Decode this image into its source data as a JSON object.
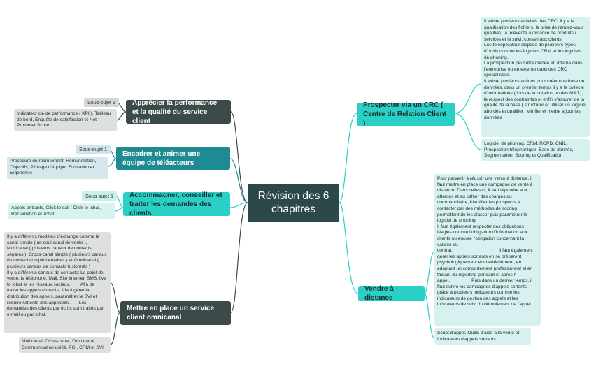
{
  "central": "Révision des 6 chapitres",
  "branches": {
    "b1": {
      "title": "Apprécier la performance et la qualité du service client",
      "sub": "Sous-sujet 1",
      "detail": "Indicateur clé de performance ( KPI ), Tableau de bord, Enquête de satisfaction et Net Promoter Score"
    },
    "b2": {
      "title": "Encadrer et animer une équipe de téléacteurs",
      "sub": "Sous-sujet 1",
      "detail": "Procédure de recrutement, Rémunération, Objectifs, Pilotage d'équipe, Formation et Ergonomie"
    },
    "b3": {
      "title": "Accommagner, conseiller et traiter les demandes des clients",
      "sub": "Sous-sujet 1",
      "detail": "Appels entrants, Click to call / Click to tchat, Réclamation et Tchat"
    },
    "b4": {
      "title": "Mettre en place un service client omnicanal",
      "detail1": "Il y a différents modèles d'échange comme le canal simple ( un seul canal de vente ), Multicanal ( plusieurs canaux de contacts séparés ), Cross-canal simple ( plusieurs canaux de contact complémentaires ) et Omnicanal ( plusieurs canaux de contacts fusionnés )\nIl y a différents canaux de contacts: Le point de vente, le téléphone, Mail, Site internet, SMS, live to tchat et les réseaux sociaux.        Afin de traiter les appels entrants, il faut gérer la distribution des appels, paramétrer le SVI et réduire l'attente des appelants.       Les demandes des clients par écrits sont traités par e-mail ou par tchat.",
      "detail2": "Multicanal, Cross-canal, Omnicanal, Communication unifié, PGI, CRM et SVI"
    },
    "b5": {
      "title": "Prospecter via un CRC ( Centre de Relation Client )",
      "detail1": "Il existe plusieurs activités des CRC, il y a la qualification des fichiers, la prise de rendez-vous qualifiés, la télévente à distance de produits / services et le suivi, conseil aux clients.\nLes téléopérateur dispose de plusieurs types d'outils comme les logiciels CRM et les logiciels de phoning.\nLa prospection peut être menée en interne dans l'entreprise ou en externe dans des CRC spécialisées.\nIl existe plusieurs actions pour créer une base de données, dans un premier temps il y a la collecte d'informations ( lors de la création ou des MAJ ), le respect des contraintes et enfin s'assurer de la qualité de la base ( structurer et utiliser un loigiciel abordés et qualifier : vérifier et mettre a jour les données",
      "detail2": "Logiciel de phoning, CRM, RGPD, CNIL, Prospection téléphonique, Base de donnés, Segmentation, Scoring et Qualification"
    },
    "b6": {
      "title": "Vendre à distance",
      "detail1": "Pour parvenir à réussir une vente à distance, il faut mettre en place une campagne de vente à distance. Dans celles ci, il faut répondre aux attentes et au cahier des charges du commanditaire, identifier les prospects à contacter par des méthodes de scoring permettant de les classer puis paramétrer le logiciel de phoning.\nIl faut également respecter des obligations léagles comme l'obligation d'information aux clients ou encore l'obligation concernant la validité du\ncontrat.                                    Il faut également gérer les appels sortants en se préparent psychologiquement et matériellement, en adoptant un comportement professionnel et en faisant du reporting pendant et après l'\nappel.                 Puis dans un dernier temps, il faut suivre les campagnes d'appels sortants grâce à plusieurs indicateurs comme les indicateurs de gestion des appels et les indicateurs de suivi du déroulement de l'appel",
      "detail2": "Script d'appel, Outils d'aide à la vente et Indicateurs d'appels sortants"
    }
  },
  "colors": {
    "central": "#2d4848",
    "dark": "#3c4a4a",
    "teal": "#1e8b93",
    "aqua": "#2ad0c5"
  }
}
